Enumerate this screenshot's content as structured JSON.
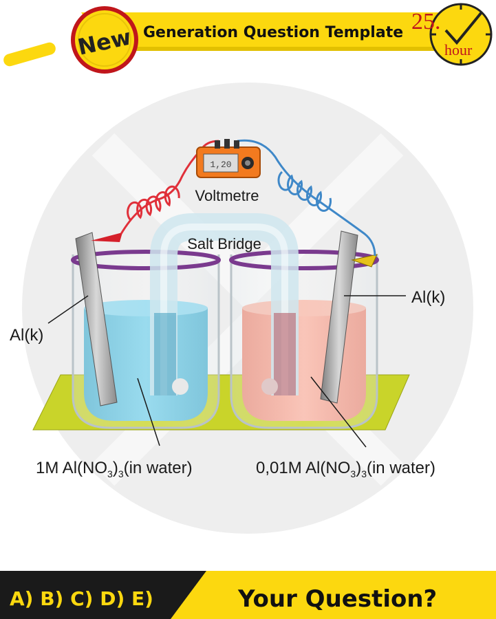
{
  "header": {
    "badge": "New",
    "title": "Generation Question Template",
    "timer_number": "25.",
    "timer_unit": "hour"
  },
  "diagram": {
    "voltmeter_reading": "1,20",
    "voltmeter_label": "Voltmetre",
    "salt_bridge_label": "Salt Bridge",
    "left_electrode": "Al(k)",
    "right_electrode": "Al(k)",
    "left_solution": {
      "prefix": "1M Al(NO",
      "sub1": "3",
      "mid": ")",
      "sub2": "3",
      "suffix": "(in water)"
    },
    "right_solution": {
      "prefix": "0,01M Al(NO",
      "sub1": "3",
      "mid": ")",
      "sub2": "3",
      "suffix": "(in water)"
    }
  },
  "footer": {
    "options": "A) B) C) D) E)",
    "question": "Your Question?"
  },
  "colors": {
    "header_yellow": "#fcd80f",
    "footer_black": "#1a1a1a",
    "left_solution": "#5fc2dd",
    "right_solution": "#f3a08c",
    "platform": "#c9d42a",
    "ring": "#7a3a8e",
    "wire_red": "#e0303a",
    "wire_blue": "#3f88c8",
    "voltmeter": "#f27a1f"
  }
}
